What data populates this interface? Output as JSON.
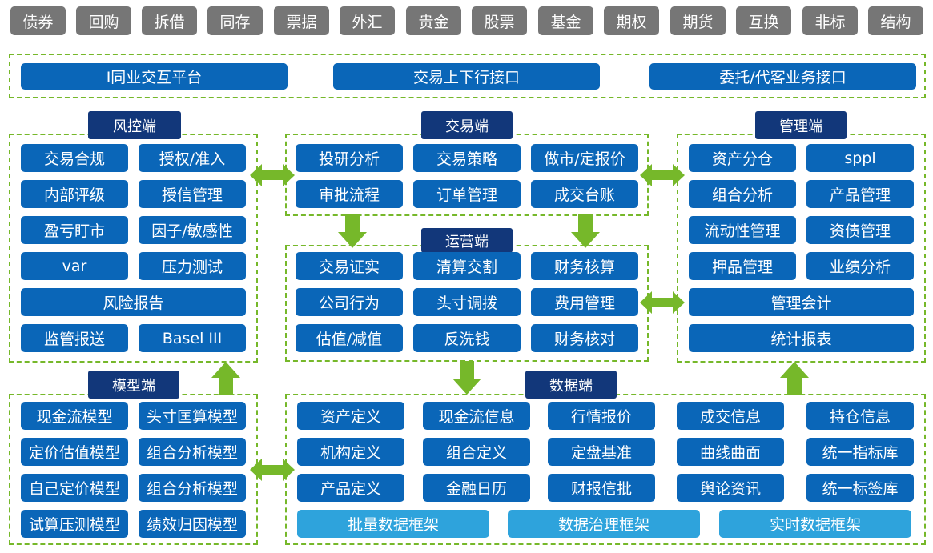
{
  "tabs": [
    "债券",
    "回购",
    "拆借",
    "同存",
    "票据",
    "外汇",
    "贵金",
    "股票",
    "基金",
    "期权",
    "期货",
    "互换",
    "非标",
    "结构"
  ],
  "interfaces": [
    "I同业交互平台",
    "交易上下行接口",
    "委托/代客业务接口"
  ],
  "risk": {
    "title": "风控端",
    "items": [
      "交易合规",
      "授权/准入",
      "内部评级",
      "授信管理",
      "盈亏盯市",
      "因子/敏感性",
      "var",
      "压力测试",
      "风险报告",
      "监管报送",
      "Basel III"
    ]
  },
  "trading": {
    "title": "交易端",
    "items": [
      "投研分析",
      "交易策略",
      "做市/定报价",
      "审批流程",
      "订单管理",
      "成交台账"
    ]
  },
  "ops": {
    "title": "运营端",
    "items": [
      "交易证实",
      "清算交割",
      "财务核算",
      "公司行为",
      "头寸调拨",
      "费用管理",
      "估值/减值",
      "反洗钱",
      "财务核对"
    ]
  },
  "mgmt": {
    "title": "管理端",
    "items": [
      "资产分仓",
      "sppl",
      "组合分析",
      "产品管理",
      "流动性管理",
      "资债管理",
      "押品管理",
      "业绩分析",
      "管理会计",
      "统计报表"
    ]
  },
  "model": {
    "title": "模型端",
    "items": [
      "现金流模型",
      "头寸匡算模型",
      "定价估值模型",
      "组合分析模型",
      "自己定价模型",
      "组合分析模型",
      "试算压测模型",
      "绩效归因模型"
    ]
  },
  "data": {
    "title": "数据端",
    "items": [
      "资产定义",
      "现金流信息",
      "行情报价",
      "成交信息",
      "持仓信息",
      "机构定义",
      "组合定义",
      "定盘基准",
      "曲线曲面",
      "统一指标库",
      "产品定义",
      "金融日历",
      "财报信批",
      "舆论资讯",
      "统一标签库"
    ],
    "frameworks": [
      "批量数据框架",
      "数据治理框架",
      "实时数据框架"
    ]
  },
  "colors": {
    "box": "#0a66b8",
    "framework": "#2ea3dc",
    "title": "#12377a",
    "tab": "#767676",
    "arrow": "#76b82a"
  }
}
